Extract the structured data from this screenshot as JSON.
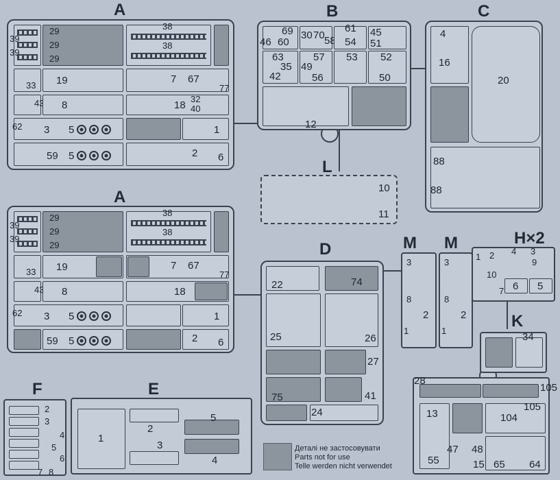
{
  "sprues": {
    "a_top": {
      "letter": "A",
      "labels": {
        "n39a": "39",
        "n39b": "39",
        "n29a": "29",
        "n29b": "29",
        "n29c": "29",
        "n38a": "38",
        "n38b": "38",
        "n33": "33",
        "n19": "19",
        "n7": "7",
        "n67": "67",
        "n77": "77",
        "n43": "43",
        "n8": "8",
        "n18": "18",
        "n32": "32",
        "n40": "40",
        "n62": "62",
        "n3": "3",
        "n5a": "5",
        "n1": "1",
        "n59": "59",
        "n5b": "5",
        "n2": "2",
        "n6": "6"
      }
    },
    "a_bottom": {
      "letter": "A",
      "labels": {
        "n39a": "39",
        "n39b": "39",
        "n29a": "29",
        "n29b": "29",
        "n29c": "29",
        "n38a": "38",
        "n38b": "38",
        "n33": "33",
        "n19": "19",
        "n7": "7",
        "n67": "67",
        "n77": "77",
        "n43": "43",
        "n8": "8",
        "n18": "18",
        "n62": "62",
        "n3": "3",
        "n5a": "5",
        "n1": "1",
        "n59": "59",
        "n5b": "5",
        "n2": "2",
        "n6": "6"
      }
    },
    "b": {
      "letter": "B",
      "labels": {
        "n69": "69",
        "n46": "46",
        "n60": "60",
        "n30": "30",
        "n70": "70",
        "n58": "58",
        "n61": "61",
        "n54": "54",
        "n45": "45",
        "n51": "51",
        "n63": "63",
        "n35": "35",
        "n42": "42",
        "n57": "57",
        "n49": "49",
        "n56": "56",
        "n53": "53",
        "n52": "52",
        "n50": "50",
        "n12": "12"
      }
    },
    "c": {
      "letter": "C",
      "labels": {
        "n4": "4",
        "n16": "16",
        "n20": "20",
        "n88a": "88",
        "n88b": "88"
      }
    },
    "l": {
      "letter": "L",
      "labels": {
        "n10": "10",
        "n11": "11"
      }
    },
    "d": {
      "letter": "D",
      "labels": {
        "n22": "22",
        "n74": "74",
        "n25": "25",
        "n26": "26",
        "n27": "27",
        "n75": "75",
        "n41": "41",
        "n24": "24"
      }
    },
    "m1": {
      "letter": "M",
      "labels": {
        "n3": "3",
        "n8": "8",
        "n2": "2",
        "n1": "1"
      }
    },
    "m2": {
      "letter": "M",
      "labels": {
        "n3": "3",
        "n8": "8",
        "n2": "2",
        "n1": "1"
      }
    },
    "h": {
      "letter": "H",
      "multiplier": "×2",
      "labels": {
        "n1": "1",
        "n2": "2",
        "n4": "4",
        "n3": "3",
        "n10": "10",
        "n9": "9",
        "n7": "7",
        "n6": "6",
        "n5": "5"
      }
    },
    "k": {
      "letter": "K",
      "labels": {
        "n34": "34",
        "n28": "28",
        "n105a": "105",
        "n105b": "105",
        "n13": "13",
        "n104": "104",
        "n47": "47",
        "n48": "48",
        "n15": "15",
        "n55": "55",
        "n65": "65",
        "n64": "64"
      }
    },
    "f": {
      "letter": "F",
      "labels": {
        "n2": "2",
        "n3": "3",
        "n4": "4",
        "n5": "5",
        "n6": "6",
        "n7": "7",
        "n8": "8"
      }
    },
    "e": {
      "letter": "E",
      "labels": {
        "n2": "2",
        "n1": "1",
        "n5": "5",
        "n3": "3",
        "n4": "4"
      }
    }
  },
  "legend": {
    "swatch_color": "#8c949e",
    "lines": [
      "Деталі не застосовувати",
      "Parts not for use",
      "Telle werden nicht verwendet"
    ]
  }
}
